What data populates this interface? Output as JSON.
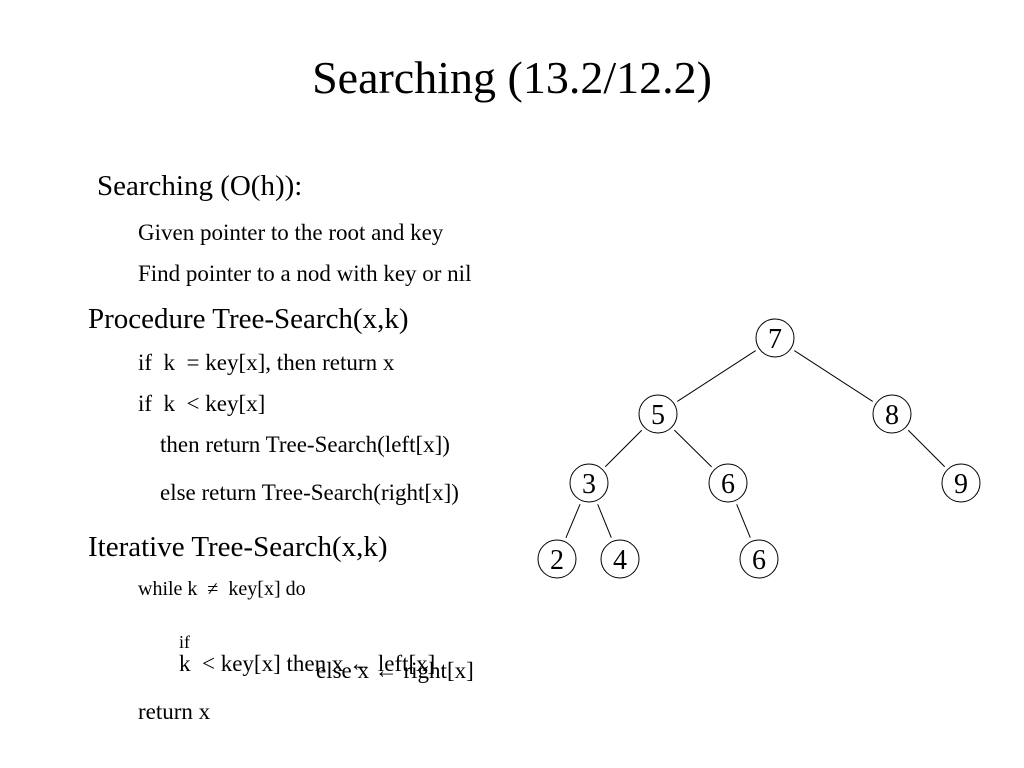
{
  "title": "Searching (13.2/12.2)",
  "intro": {
    "heading": "Searching (O(h)):",
    "line1": "Given pointer to the root and key",
    "line2": "Find pointer to a nod with key or nil"
  },
  "recursive": {
    "heading": "Procedure Tree-Search(x,k)",
    "line1": "if  k  = key[x], then return x",
    "line2": "if  k  < key[x]",
    "line3": "then return Tree-Search(left[x])",
    "line4": "else return Tree-Search(right[x])"
  },
  "iterative": {
    "heading": "Iterative Tree-Search(x,k)",
    "line1": "while k  ≠  key[x] do",
    "line2_if": "if",
    "line2_rest": "k  < key[x] then x ← left[x]",
    "line3": "else x ← right[x]",
    "line4": "return x"
  },
  "tree": {
    "nodes": [
      {
        "id": "n7",
        "label": "7"
      },
      {
        "id": "n5",
        "label": "5"
      },
      {
        "id": "n8",
        "label": "8"
      },
      {
        "id": "n3",
        "label": "3"
      },
      {
        "id": "n6a",
        "label": "6"
      },
      {
        "id": "n9",
        "label": "9"
      },
      {
        "id": "n2",
        "label": "2"
      },
      {
        "id": "n4",
        "label": "4"
      },
      {
        "id": "n6b",
        "label": "6"
      }
    ],
    "edges": [
      [
        "n7",
        "n5"
      ],
      [
        "n7",
        "n8"
      ],
      [
        "n5",
        "n3"
      ],
      [
        "n5",
        "n6a"
      ],
      [
        "n8",
        "n9"
      ],
      [
        "n3",
        "n2"
      ],
      [
        "n3",
        "n4"
      ],
      [
        "n6a",
        "n6b"
      ]
    ]
  }
}
